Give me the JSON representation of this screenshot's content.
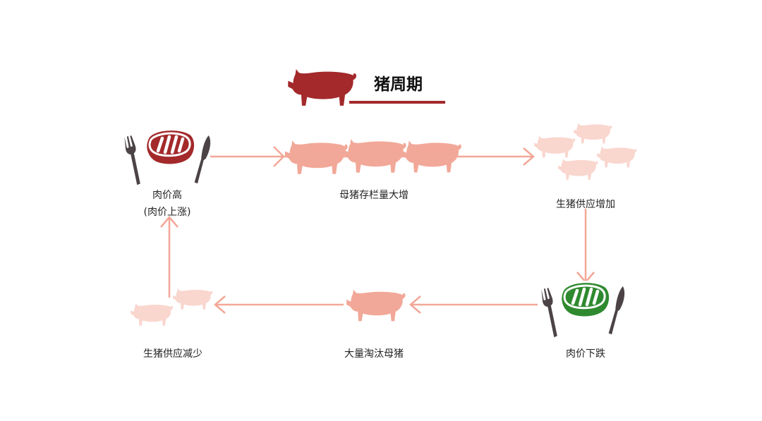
{
  "title": "猪周期",
  "nodes": {
    "high_price": {
      "label": "肉价高",
      "sublabel": "(肉价上涨)"
    },
    "sow_increase": {
      "label": "母猪存栏量大增"
    },
    "supply_increase": {
      "label": "生猪供应增加"
    },
    "price_drop": {
      "label": "肉价下跌"
    },
    "cull_sows": {
      "label": "大量淘汰母猪"
    },
    "supply_decrease": {
      "label": "生猪供应减少"
    }
  },
  "colors": {
    "title_pig": "#a3292b",
    "pig": "#f2a898",
    "pig_faded": "#f9d6ce",
    "arrow": "#f3a797",
    "steak_high": "#a3292b",
    "steak_low": "#2f8a2f",
    "utensil": "#4b4345"
  }
}
